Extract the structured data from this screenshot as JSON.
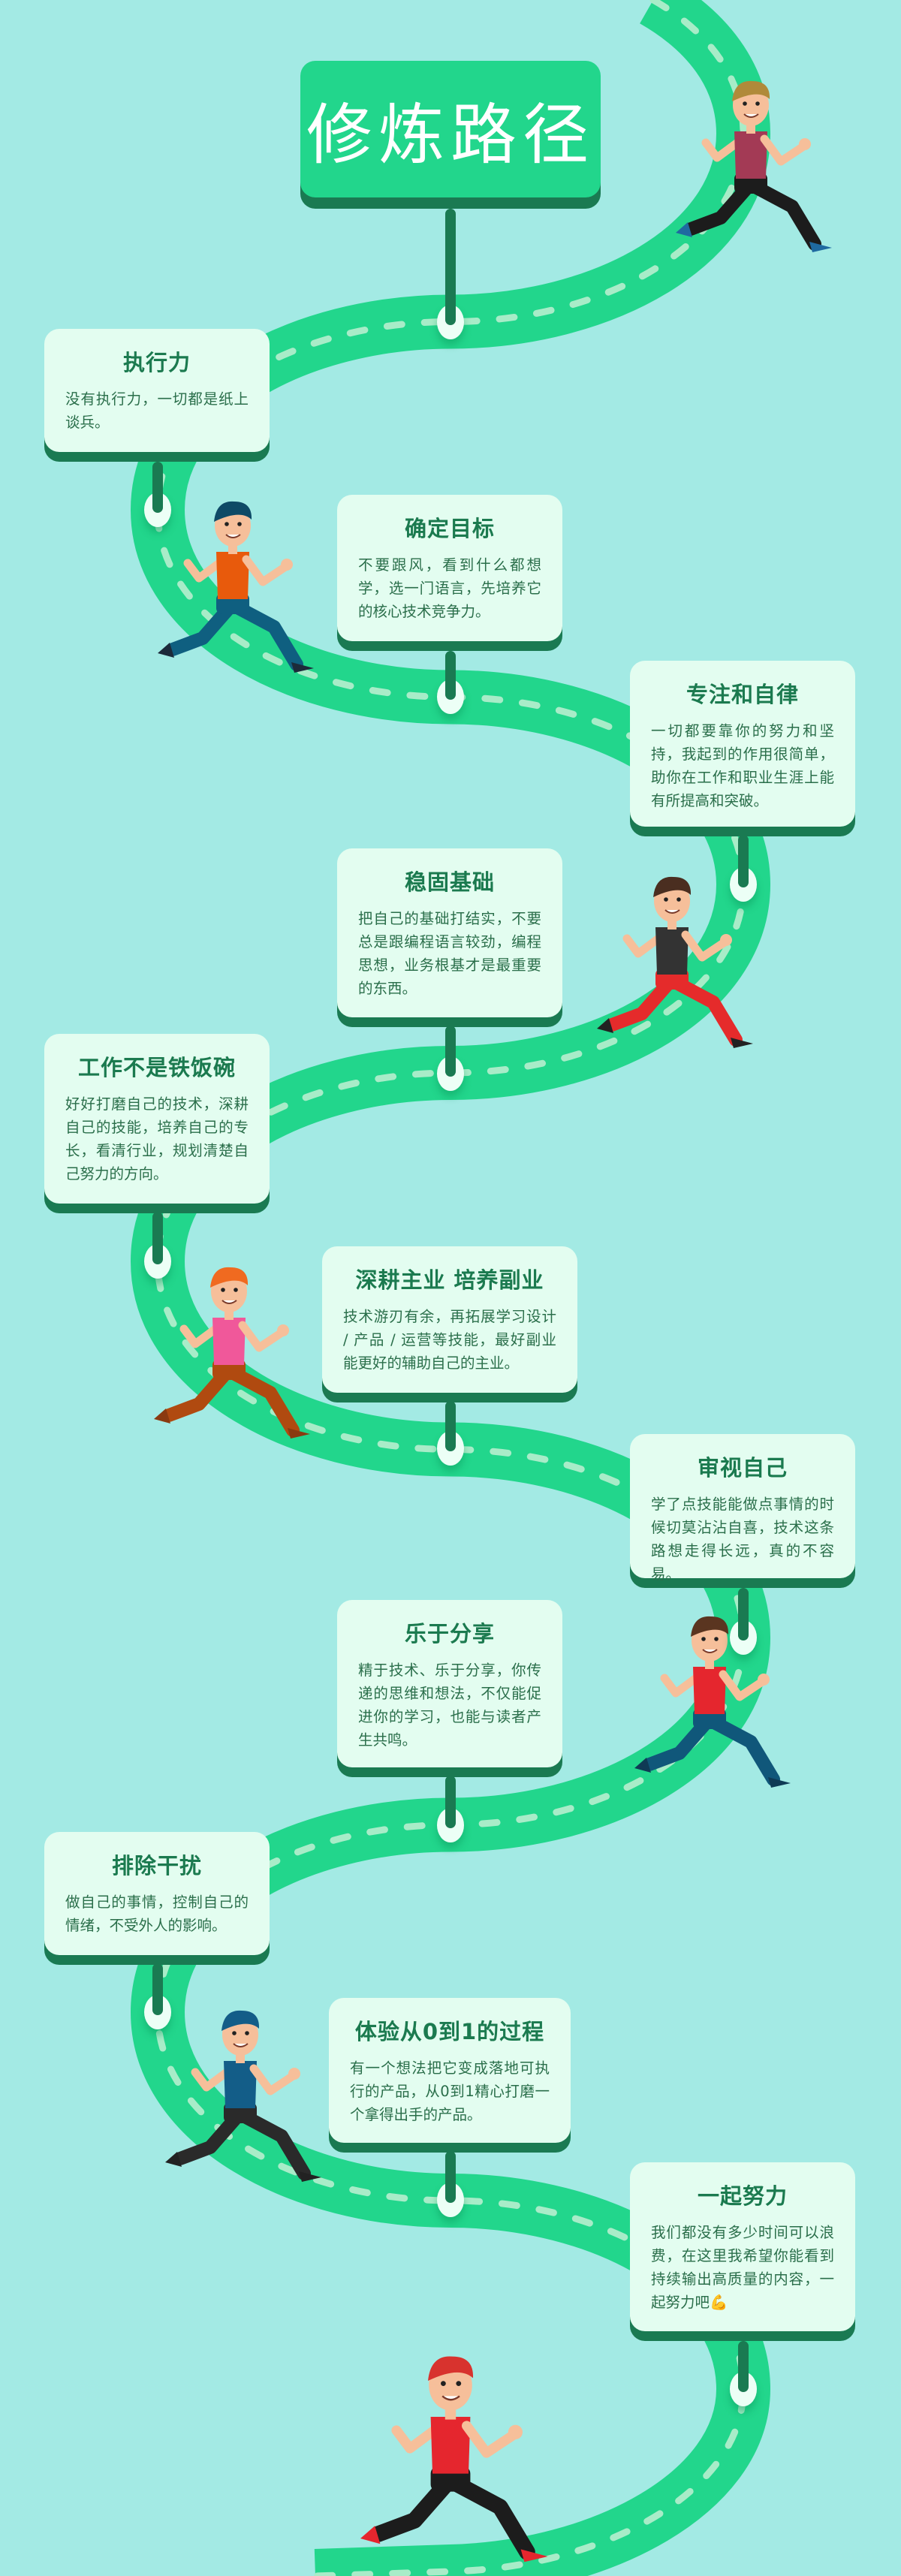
{
  "header": {
    "title": "修炼路径"
  },
  "cards": [
    {
      "title": "执行力",
      "body": "没有执行力，一切都是纸上谈兵。"
    },
    {
      "title": "确定目标",
      "body": "不要跟风，看到什么都想学，选一门语言，先培养它的核心技术竞争力。"
    },
    {
      "title": "专注和自律",
      "body": "一切都要靠你的努力和坚持，我起到的作用很简单，助你在工作和职业生涯上能有所提高和突破。"
    },
    {
      "title": "稳固基础",
      "body": "把自己的基础打结实，不要总是跟编程语言较劲，编程思想，业务根基才是最重要的东西。"
    },
    {
      "title": "工作不是铁饭碗",
      "body": "好好打磨自己的技术，深耕自己的技能，培养自己的专长，看清行业，规划清楚自己努力的方向。"
    },
    {
      "title": "深耕主业 培养副业",
      "body": "技术游刃有余，再拓展学习设计 / 产品 / 运营等技能，最好副业能更好的辅助自己的主业。"
    },
    {
      "title": "审视自己",
      "body": "学了点技能能做点事情的时候切莫沾沾自喜，技术这条路想走得长远，真的不容易。"
    },
    {
      "title": "乐于分享",
      "body": "精于技术、乐于分享，你传递的思维和想法，不仅能促进你的学习，也能与读者产生共鸣。"
    },
    {
      "title": "排除干扰",
      "body": "做自己的事情，控制自己的情绪，不受外人的影响。"
    },
    {
      "title": "体验从0到1的过程",
      "body": "有一个想法把它变成落地可执行的产品，从0到1精心打磨一个拿得出手的产品。"
    },
    {
      "title": "一起努力",
      "body": "我们都没有多少时间可以浪费，在这里我希望你能看到持续输出高质量的内容，一起努力吧💪"
    }
  ],
  "colors": {
    "background": "#a3eae4",
    "road": "#22d68c",
    "road_dash": "#a8ecc8",
    "post": "#1a7a52",
    "card": "#e3fdf0"
  },
  "runners": [
    {
      "name": "runner-woman-ponytail",
      "shirt": "#a33a55",
      "pants": "#1c1c1c",
      "hair": "#b08a3a",
      "shoe": "#1f6aa0"
    },
    {
      "name": "runner-man-cap",
      "shirt": "#e85a0c",
      "pants": "#0f5f80",
      "hair": "#0e4a66",
      "shoe": "#1c2a3a"
    },
    {
      "name": "runner-man-brown-hair",
      "shirt": "#333333",
      "pants": "#e52b2b",
      "hair": "#4a2e20",
      "shoe": "#222222"
    },
    {
      "name": "runner-woman-red-hair",
      "shirt": "#f0589a",
      "pants": "#b04a10",
      "hair": "#f06a20",
      "shoe": "#8a3a10"
    },
    {
      "name": "runner-man-red-shirt",
      "shirt": "#e5262e",
      "pants": "#10577a",
      "hair": "#5a3520",
      "shoe": "#0f3a55"
    },
    {
      "name": "runner-hooded",
      "shirt": "#135d88",
      "pants": "#2a2a2a",
      "hair": "#135d88",
      "shoe": "#222222"
    },
    {
      "name": "runner-bearded-headband",
      "shirt": "#e5262e",
      "pants": "#1c1c1c",
      "hair": "#d8332e",
      "shoe": "#e5262e"
    }
  ]
}
